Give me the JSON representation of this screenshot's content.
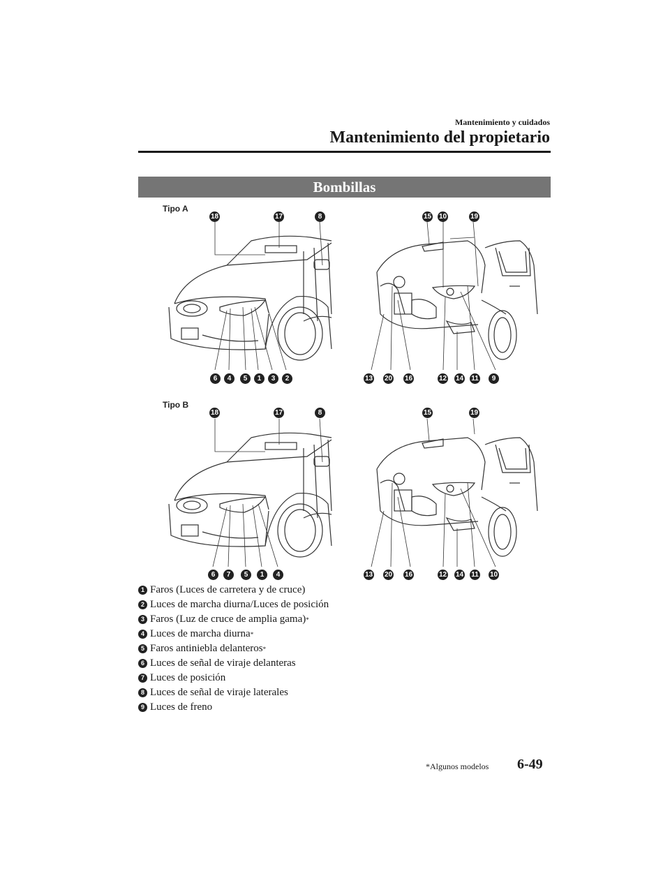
{
  "header": {
    "section": "Mantenimiento y cuidados",
    "title": "Mantenimiento del propietario"
  },
  "banner": "Bombillas",
  "types": [
    {
      "label": "Tipo A",
      "front_top": [
        "18",
        "17",
        "8"
      ],
      "front_bottom": [
        "6",
        "4",
        "5",
        "1",
        "3",
        "2"
      ],
      "rear_top": [
        "15",
        "10",
        "19"
      ],
      "rear_bottom": [
        "13",
        "20",
        "16",
        "12",
        "14",
        "11",
        "9"
      ]
    },
    {
      "label": "Tipo B",
      "front_top": [
        "18",
        "17",
        "8"
      ],
      "front_bottom": [
        "6",
        "7",
        "5",
        "1",
        "4"
      ],
      "rear_top": [
        "15",
        "19"
      ],
      "rear_bottom": [
        "13",
        "20",
        "16",
        "12",
        "14",
        "11",
        "10"
      ]
    }
  ],
  "legend": [
    {
      "num": "1",
      "text": "Faros (Luces de carretera y de cruce)",
      "mark": ""
    },
    {
      "num": "2",
      "text": "Luces de marcha diurna/Luces de posición",
      "mark": ""
    },
    {
      "num": "3",
      "text": "Faros (Luz de cruce de amplia gama)",
      "mark": "*"
    },
    {
      "num": "4",
      "text": "Luces de marcha diurna",
      "mark": "*"
    },
    {
      "num": "5",
      "text": "Faros antiniebla delanteros",
      "mark": "*"
    },
    {
      "num": "6",
      "text": "Luces de señal de viraje delanteras",
      "mark": ""
    },
    {
      "num": "7",
      "text": "Luces de posición",
      "mark": ""
    },
    {
      "num": "8",
      "text": "Luces de señal de viraje laterales",
      "mark": ""
    },
    {
      "num": "9",
      "text": "Luces de freno",
      "mark": ""
    }
  ],
  "footer": {
    "note": "*Algunos modelos",
    "page": "6-49"
  }
}
